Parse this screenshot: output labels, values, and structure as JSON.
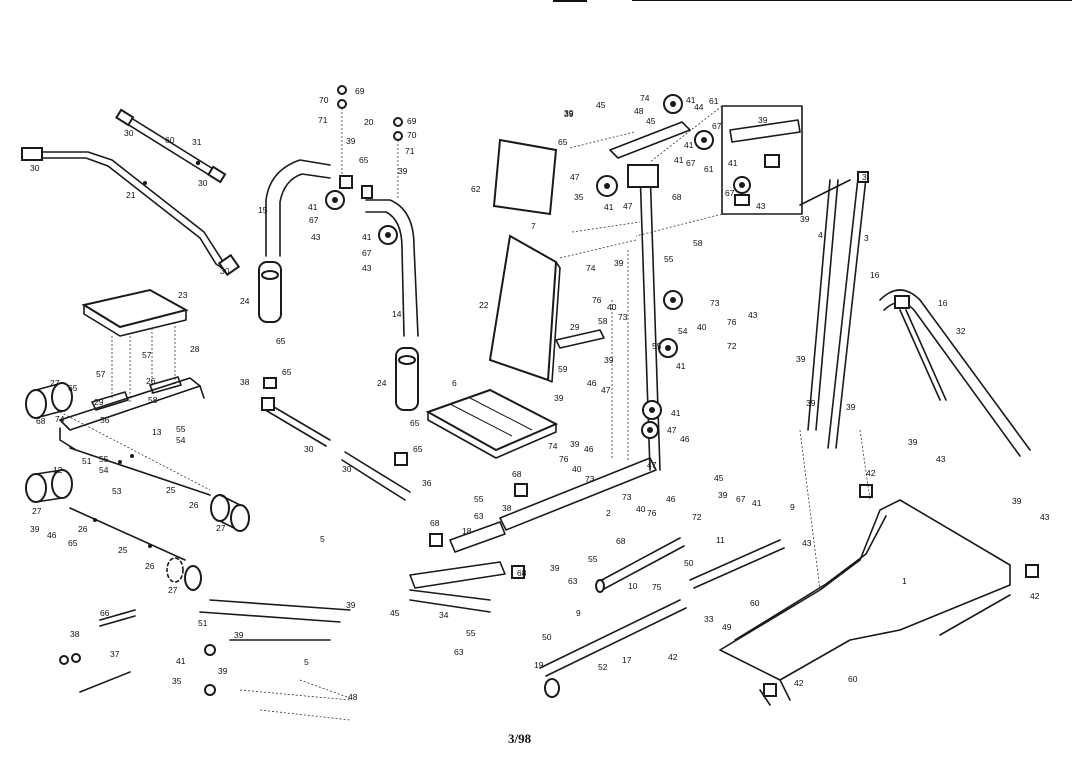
{
  "page_number": "3/98",
  "callouts": [
    {
      "id": "c-30a",
      "text": "30"
    },
    {
      "id": "c-21",
      "text": "21"
    },
    {
      "id": "c-30b",
      "text": "30"
    },
    {
      "id": "c-30c",
      "text": "30"
    },
    {
      "id": "c-60",
      "text": "60"
    },
    {
      "id": "c-31",
      "text": "31"
    },
    {
      "id": "c-30d",
      "text": "30"
    },
    {
      "id": "c-23",
      "text": "23"
    },
    {
      "id": "c-57a",
      "text": "57"
    },
    {
      "id": "c-57b",
      "text": "57"
    },
    {
      "id": "c-28",
      "text": "28"
    },
    {
      "id": "c-29a",
      "text": "29"
    },
    {
      "id": "c-26a",
      "text": "26"
    },
    {
      "id": "c-58a",
      "text": "58"
    },
    {
      "id": "c-56",
      "text": "56"
    },
    {
      "id": "c-27a",
      "text": "27"
    },
    {
      "id": "c-65a",
      "text": "65"
    },
    {
      "id": "c-68a",
      "text": "68"
    },
    {
      "id": "c-74a",
      "text": "74"
    },
    {
      "id": "c-13",
      "text": "13"
    },
    {
      "id": "c-55a",
      "text": "55"
    },
    {
      "id": "c-54a",
      "text": "54"
    },
    {
      "id": "c-12",
      "text": "12"
    },
    {
      "id": "c-51a",
      "text": "51"
    },
    {
      "id": "c-55b",
      "text": "55"
    },
    {
      "id": "c-54b",
      "text": "54"
    },
    {
      "id": "c-53",
      "text": "53"
    },
    {
      "id": "c-25a",
      "text": "25"
    },
    {
      "id": "c-27b",
      "text": "27"
    },
    {
      "id": "c-39a",
      "text": "39"
    },
    {
      "id": "c-46a",
      "text": "46"
    },
    {
      "id": "c-26b",
      "text": "26"
    },
    {
      "id": "c-65b",
      "text": "65"
    },
    {
      "id": "c-25b",
      "text": "25"
    },
    {
      "id": "c-26c",
      "text": "26"
    },
    {
      "id": "c-26d",
      "text": "26"
    },
    {
      "id": "c-27c",
      "text": "27"
    },
    {
      "id": "c-27d",
      "text": "27"
    },
    {
      "id": "c-66",
      "text": "66"
    },
    {
      "id": "c-38a",
      "text": "38"
    },
    {
      "id": "c-37",
      "text": "37"
    },
    {
      "id": "c-15",
      "text": "15"
    },
    {
      "id": "c-24a",
      "text": "24"
    },
    {
      "id": "c-65c",
      "text": "65"
    },
    {
      "id": "c-69a",
      "text": "69"
    },
    {
      "id": "c-70a",
      "text": "70"
    },
    {
      "id": "c-71a",
      "text": "71"
    },
    {
      "id": "c-20",
      "text": "20"
    },
    {
      "id": "c-69b",
      "text": "69"
    },
    {
      "id": "c-70b",
      "text": "70"
    },
    {
      "id": "c-71b",
      "text": "71"
    },
    {
      "id": "c-39b",
      "text": "39"
    },
    {
      "id": "c-65d",
      "text": "65"
    },
    {
      "id": "c-39c",
      "text": "39"
    },
    {
      "id": "c-41a",
      "text": "41"
    },
    {
      "id": "c-67a",
      "text": "67"
    },
    {
      "id": "c-43a",
      "text": "43"
    },
    {
      "id": "c-41b",
      "text": "41"
    },
    {
      "id": "c-67b",
      "text": "67"
    },
    {
      "id": "c-43b",
      "text": "43"
    },
    {
      "id": "c-14",
      "text": "14"
    },
    {
      "id": "c-24b",
      "text": "24"
    },
    {
      "id": "c-65e",
      "text": "65"
    },
    {
      "id": "c-38b",
      "text": "38"
    },
    {
      "id": "c-65f",
      "text": "65"
    },
    {
      "id": "c-30e",
      "text": "30"
    },
    {
      "id": "c-30f",
      "text": "30"
    },
    {
      "id": "c-65g",
      "text": "65"
    },
    {
      "id": "c-36",
      "text": "36"
    },
    {
      "id": "c-5a",
      "text": "5"
    },
    {
      "id": "c-51b",
      "text": "51"
    },
    {
      "id": "c-39d",
      "text": "39"
    },
    {
      "id": "c-41c",
      "text": "41"
    },
    {
      "id": "c-39e",
      "text": "39"
    },
    {
      "id": "c-5b",
      "text": "5"
    },
    {
      "id": "c-35a",
      "text": "35"
    },
    {
      "id": "c-39f",
      "text": "39"
    },
    {
      "id": "c-48a",
      "text": "48"
    },
    {
      "id": "c-39g",
      "text": "39"
    },
    {
      "id": "c-62",
      "text": "62"
    },
    {
      "id": "c-7",
      "text": "7"
    },
    {
      "id": "c-22",
      "text": "22"
    },
    {
      "id": "c-6",
      "text": "6"
    },
    {
      "id": "c-39h",
      "text": "39"
    },
    {
      "id": "c-45a",
      "text": "45"
    },
    {
      "id": "c-65h",
      "text": "65"
    },
    {
      "id": "c-48b",
      "text": "48"
    },
    {
      "id": "c-45b",
      "text": "45"
    },
    {
      "id": "c-74b",
      "text": "74"
    },
    {
      "id": "c-41d",
      "text": "41"
    },
    {
      "id": "c-61a",
      "text": "61"
    },
    {
      "id": "c-44",
      "text": "44"
    },
    {
      "id": "c-67c",
      "text": "67"
    },
    {
      "id": "c-41e",
      "text": "41"
    },
    {
      "id": "c-41f",
      "text": "41"
    },
    {
      "id": "c-67d",
      "text": "67"
    },
    {
      "id": "c-61b",
      "text": "61"
    },
    {
      "id": "c-47a",
      "text": "47"
    },
    {
      "id": "c-35b",
      "text": "35"
    },
    {
      "id": "c-41g",
      "text": "41"
    },
    {
      "id": "c-47b",
      "text": "47"
    },
    {
      "id": "c-68b",
      "text": "68"
    },
    {
      "id": "c-39i",
      "text": "39"
    },
    {
      "id": "c-41h",
      "text": "41"
    },
    {
      "id": "c-67e",
      "text": "67"
    },
    {
      "id": "c-43c",
      "text": "43"
    },
    {
      "id": "c-58b",
      "text": "58"
    },
    {
      "id": "c-55c",
      "text": "55"
    },
    {
      "id": "c-74c",
      "text": "74"
    },
    {
      "id": "c-39j",
      "text": "39"
    },
    {
      "id": "c-76a",
      "text": "76"
    },
    {
      "id": "c-40a",
      "text": "40"
    },
    {
      "id": "c-73a",
      "text": "73"
    },
    {
      "id": "c-29b",
      "text": "29"
    },
    {
      "id": "c-58c",
      "text": "58"
    },
    {
      "id": "c-59",
      "text": "59"
    },
    {
      "id": "c-39k",
      "text": "39"
    },
    {
      "id": "c-54c",
      "text": "54"
    },
    {
      "id": "c-55d",
      "text": "55"
    },
    {
      "id": "c-41i",
      "text": "41"
    },
    {
      "id": "c-73b",
      "text": "73"
    },
    {
      "id": "c-43d",
      "text": "43"
    },
    {
      "id": "c-40b",
      "text": "40"
    },
    {
      "id": "c-76b",
      "text": "76"
    },
    {
      "id": "c-72a",
      "text": "72"
    },
    {
      "id": "c-46b",
      "text": "46"
    },
    {
      "id": "c-47c",
      "text": "47"
    },
    {
      "id": "c-39l",
      "text": "39"
    },
    {
      "id": "c-41j",
      "text": "41"
    },
    {
      "id": "c-47d",
      "text": "47"
    },
    {
      "id": "c-46c",
      "text": "46"
    },
    {
      "id": "c-47e",
      "text": "47"
    },
    {
      "id": "c-74d",
      "text": "74"
    },
    {
      "id": "c-39m",
      "text": "39"
    },
    {
      "id": "c-46d",
      "text": "46"
    },
    {
      "id": "c-76c",
      "text": "76"
    },
    {
      "id": "c-40c",
      "text": "40"
    },
    {
      "id": "c-45c",
      "text": "45"
    },
    {
      "id": "c-73c",
      "text": "73"
    },
    {
      "id": "c-46e",
      "text": "46"
    },
    {
      "id": "c-73d",
      "text": "73"
    },
    {
      "id": "c-40d",
      "text": "40"
    },
    {
      "id": "c-76d",
      "text": "76"
    },
    {
      "id": "c-72b",
      "text": "72"
    },
    {
      "id": "c-68c",
      "text": "68"
    },
    {
      "id": "c-55e",
      "text": "55"
    },
    {
      "id": "c-63a",
      "text": "63"
    },
    {
      "id": "c-38c",
      "text": "38"
    },
    {
      "id": "c-2",
      "text": "2"
    },
    {
      "id": "c-68d",
      "text": "68"
    },
    {
      "id": "c-68e",
      "text": "68"
    },
    {
      "id": "c-18",
      "text": "18"
    },
    {
      "id": "c-55f",
      "text": "55"
    },
    {
      "id": "c-39n",
      "text": "39"
    },
    {
      "id": "c-63b",
      "text": "63"
    },
    {
      "id": "c-68f",
      "text": "68"
    },
    {
      "id": "c-45d",
      "text": "45"
    },
    {
      "id": "c-34",
      "text": "34"
    },
    {
      "id": "c-55g",
      "text": "55"
    },
    {
      "id": "c-63c",
      "text": "63"
    },
    {
      "id": "c-9a",
      "text": "9"
    },
    {
      "id": "c-10",
      "text": "10"
    },
    {
      "id": "c-75",
      "text": "75"
    },
    {
      "id": "c-50a",
      "text": "50"
    },
    {
      "id": "c-33",
      "text": "33"
    },
    {
      "id": "c-49",
      "text": "49"
    },
    {
      "id": "c-42a",
      "text": "42"
    },
    {
      "id": "c-50b",
      "text": "50"
    },
    {
      "id": "c-19",
      "text": "19"
    },
    {
      "id": "c-52",
      "text": "52"
    },
    {
      "id": "c-17",
      "text": "17"
    },
    {
      "id": "c-11",
      "text": "11"
    },
    {
      "id": "c-39o",
      "text": "39"
    },
    {
      "id": "c-67f",
      "text": "67"
    },
    {
      "id": "c-41k",
      "text": "41"
    },
    {
      "id": "c-9b",
      "text": "9"
    },
    {
      "id": "c-43e",
      "text": "43"
    },
    {
      "id": "c-60b",
      "text": "60"
    },
    {
      "id": "c-39p",
      "text": "39"
    },
    {
      "id": "c-42b",
      "text": "42"
    },
    {
      "id": "c-1",
      "text": "1"
    },
    {
      "id": "c-39q",
      "text": "39"
    },
    {
      "id": "c-43f",
      "text": "43"
    },
    {
      "id": "c-42c",
      "text": "42"
    },
    {
      "id": "c-42d",
      "text": "42"
    },
    {
      "id": "c-60c",
      "text": "60"
    },
    {
      "id": "c-39r",
      "text": "39"
    },
    {
      "id": "c-43g",
      "text": "43"
    },
    {
      "id": "c-4",
      "text": "4"
    },
    {
      "id": "c-3a",
      "text": "3"
    },
    {
      "id": "c-3b",
      "text": "3"
    },
    {
      "id": "c-39s",
      "text": "39"
    },
    {
      "id": "c-16a",
      "text": "16"
    },
    {
      "id": "c-16b",
      "text": "16"
    },
    {
      "id": "c-32",
      "text": "32"
    },
    {
      "id": "c-39t",
      "text": "39"
    },
    {
      "id": "c-39u",
      "text": "39"
    }
  ]
}
